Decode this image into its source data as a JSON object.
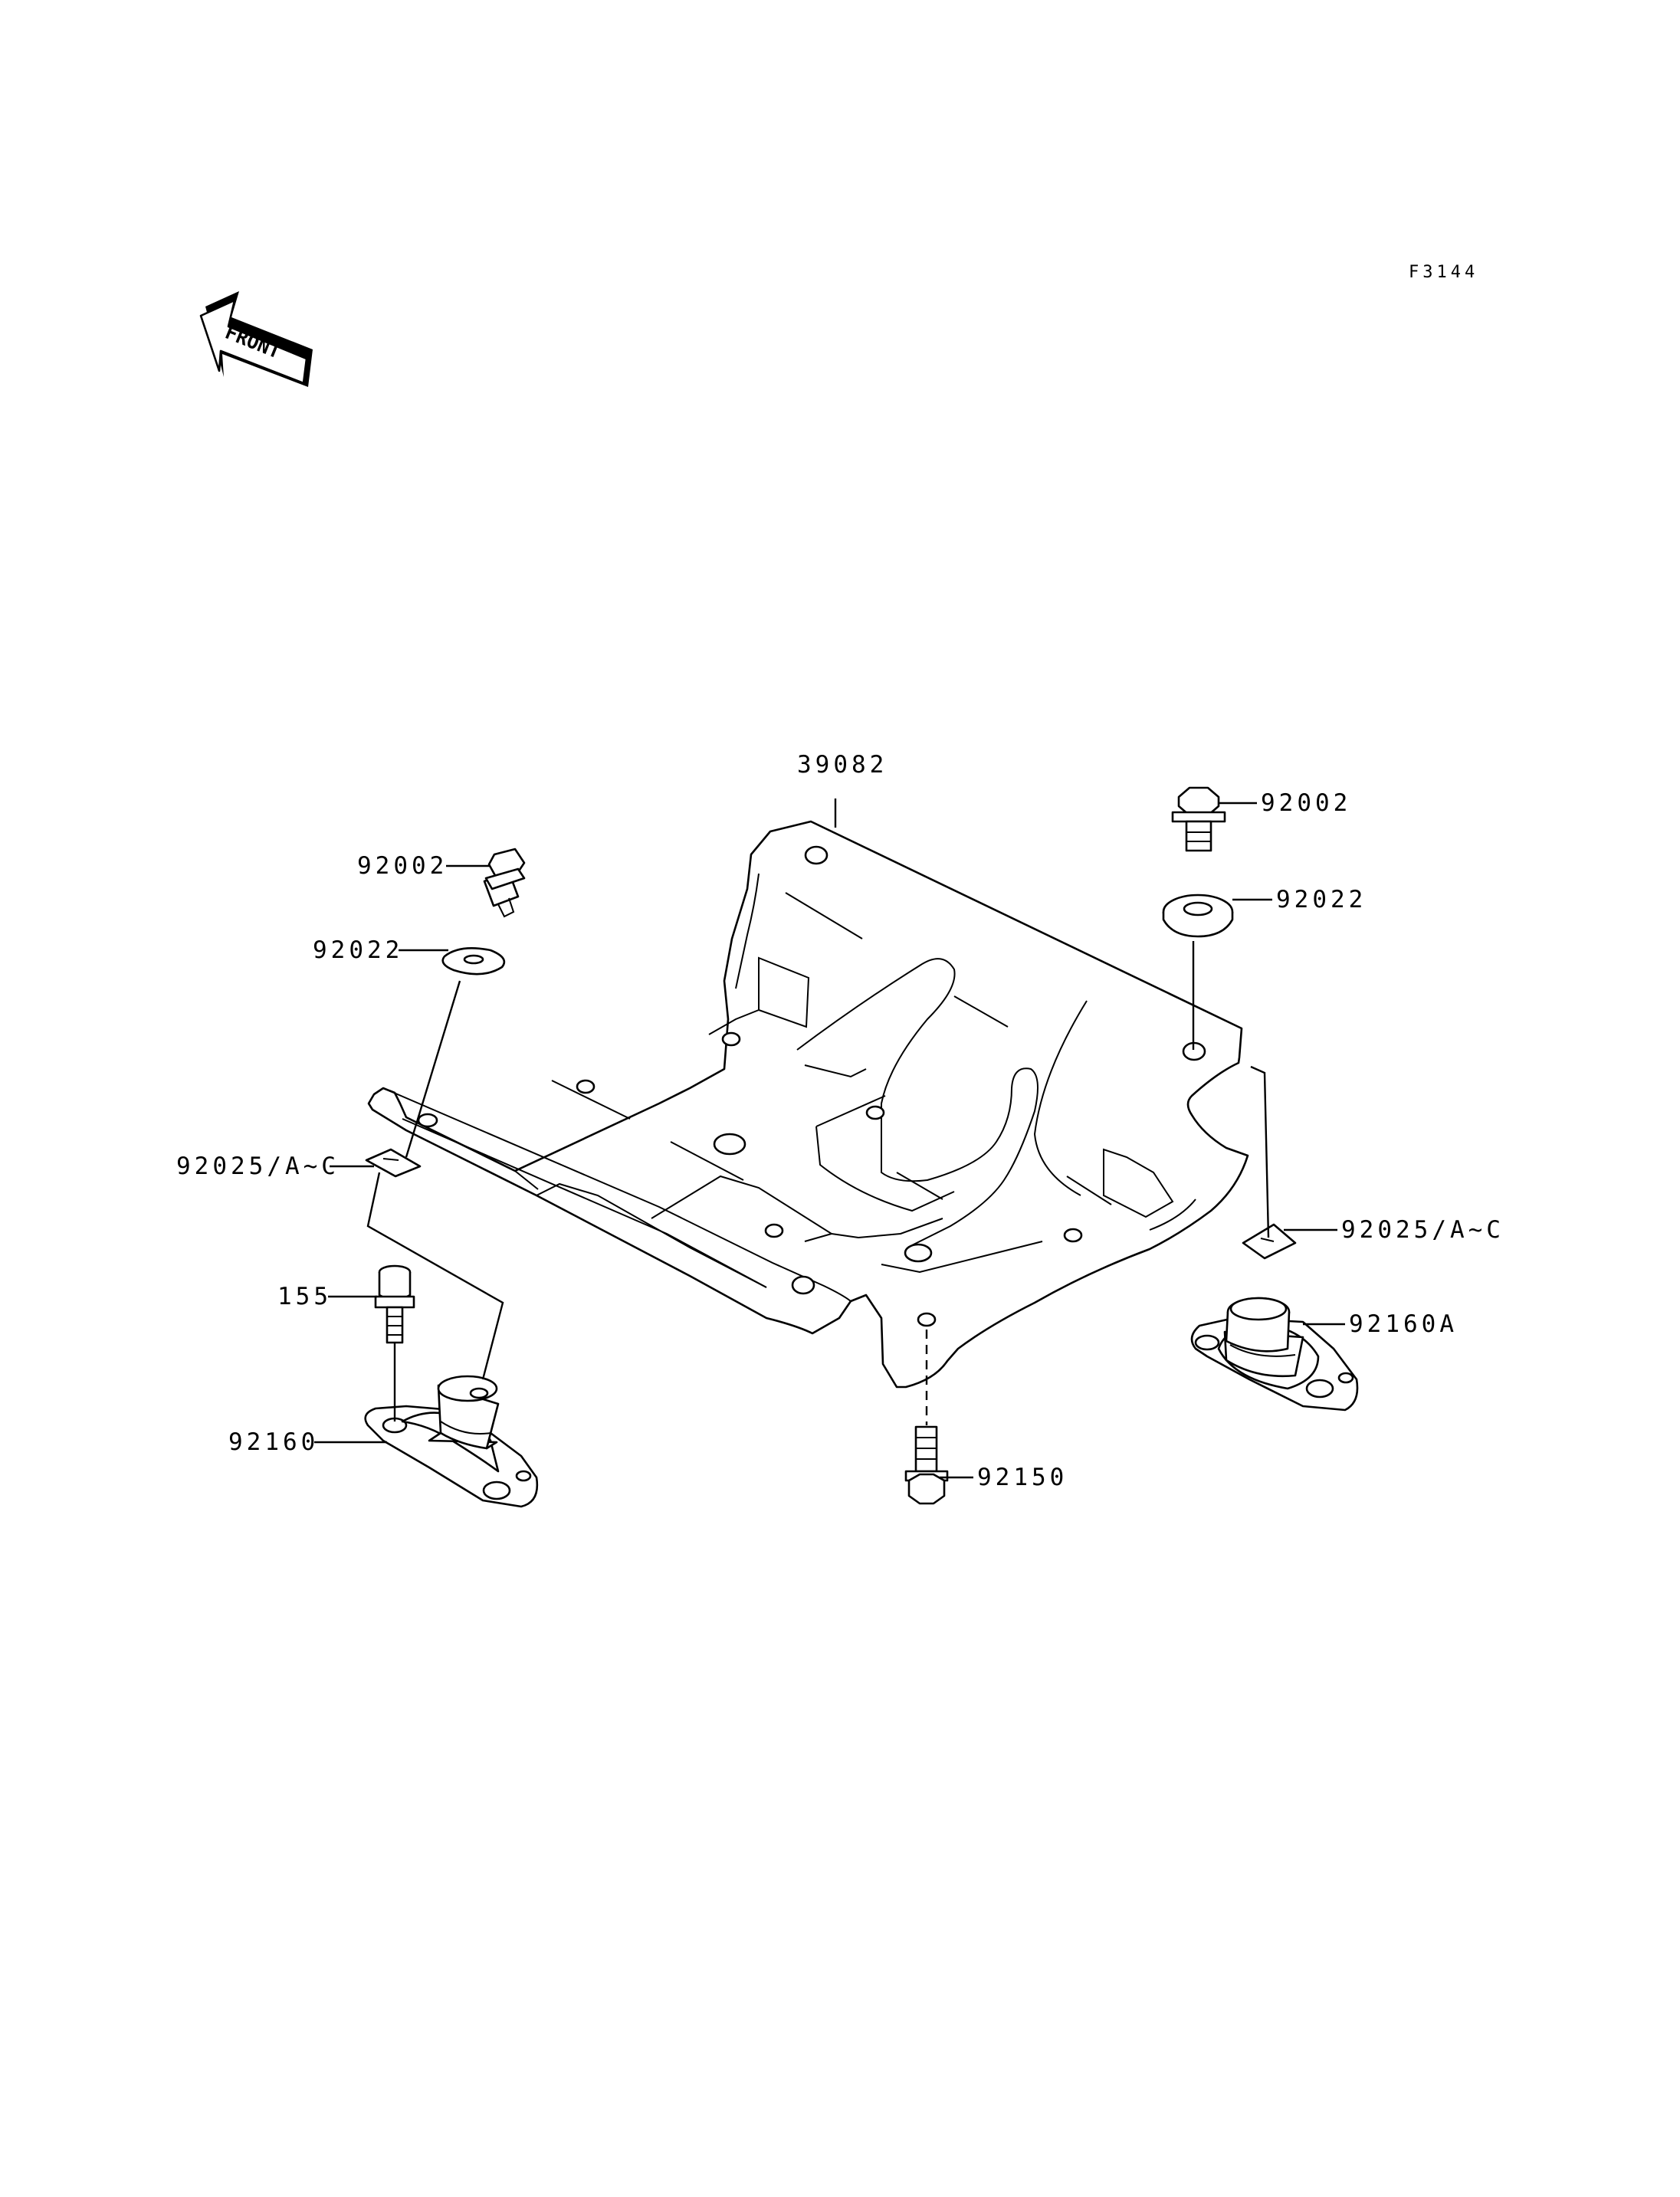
{
  "figure_code": "F3144",
  "front_label": "FRONT",
  "callouts": {
    "frame": "39082",
    "bolt_left": "92002",
    "bolt_right": "92002",
    "washer_left": "92022",
    "washer_right": "92022",
    "shim_left": "92025/A~C",
    "shim_right": "92025/A~C",
    "bolt_small": "155",
    "mount_left": "92160",
    "mount_right": "92160A",
    "bolt_bottom": "92150"
  }
}
